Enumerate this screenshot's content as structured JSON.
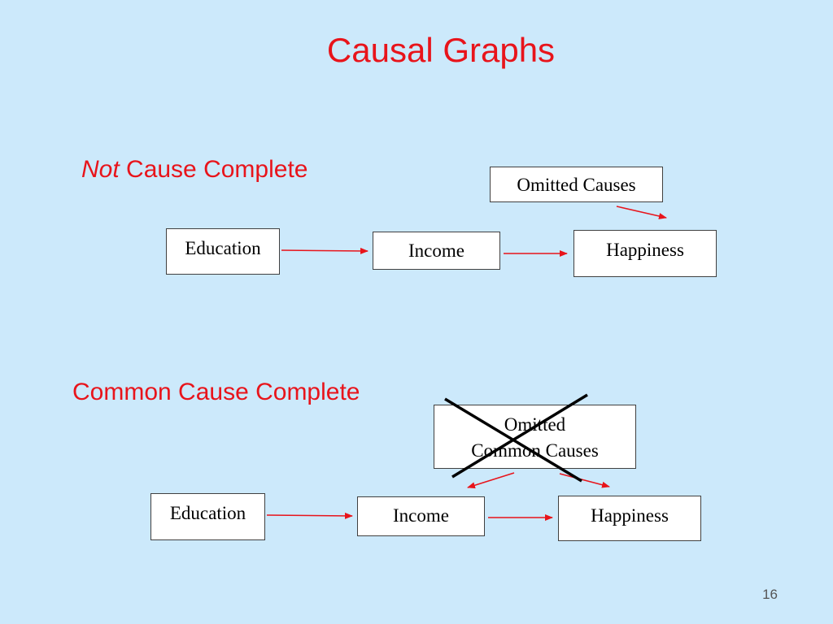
{
  "slide": {
    "title": "Causal Graphs",
    "page_number": "16"
  },
  "section1": {
    "heading_italic": "Not",
    "heading_rest": " Cause Complete",
    "nodes": {
      "education": "Education",
      "income": "Income",
      "happiness": "Happiness",
      "omitted": "Omitted Causes"
    }
  },
  "section2": {
    "heading": "Common Cause Complete",
    "nodes": {
      "education": "Education",
      "income": "Income",
      "happiness": "Happiness",
      "omitted_line1": "Omitted",
      "omitted_line2": "Common Causes"
    }
  },
  "colors": {
    "background": "#cce9fb",
    "accent_red": "#e8141b",
    "cross": "#000000"
  }
}
